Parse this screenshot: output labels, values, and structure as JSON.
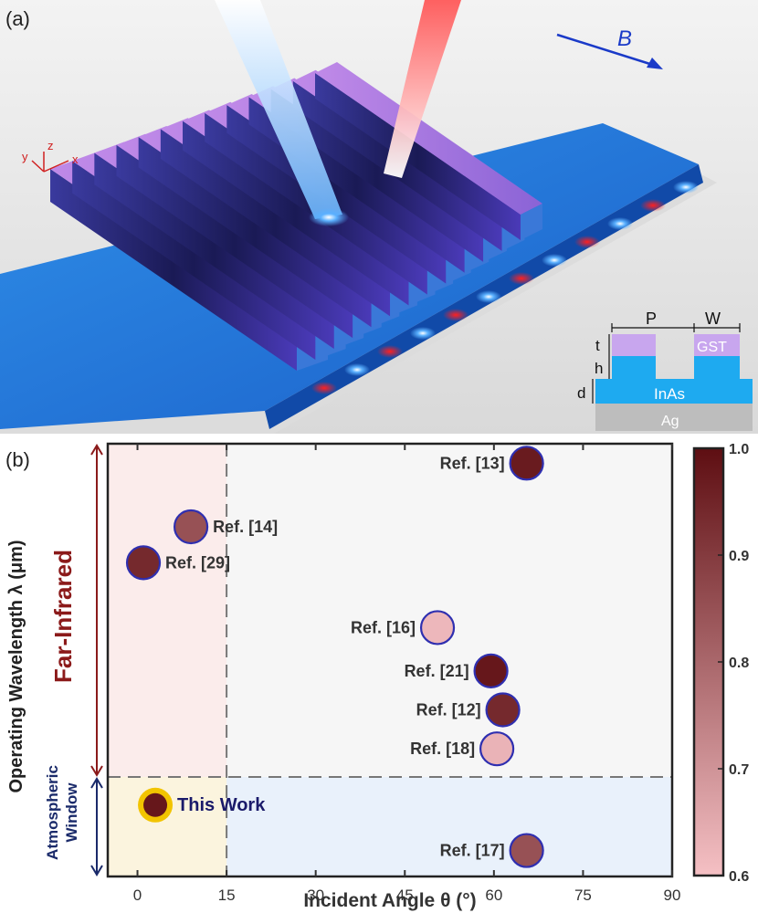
{
  "panel_a": {
    "label": "(a)",
    "field_label": "B",
    "axes": {
      "x": "x",
      "y": "y",
      "z": "z"
    },
    "inset": {
      "labels": {
        "P": "P",
        "W": "W",
        "t": "t",
        "h": "h",
        "d": "d"
      },
      "materials": {
        "gst": "GST",
        "inas": "InAs",
        "ag": "Ag"
      }
    }
  },
  "panel_b": {
    "label": "(b)"
  },
  "chart_data": {
    "type": "scatter",
    "xlabel": "Incident Angle θ (°)",
    "ylabel": "Operating Wavelength λ (μm)",
    "x_ticks": [
      0,
      15,
      30,
      45,
      60,
      75,
      90
    ],
    "xlim": [
      -5,
      90
    ],
    "ylim": [
      0,
      100
    ],
    "threshold_x": 15,
    "threshold_y": 23,
    "regions": {
      "far_infrared": "Far-Infrared",
      "atmospheric_window": [
        "Atmospheric",
        "Window"
      ]
    },
    "colorbar": {
      "ticks": [
        0.6,
        0.7,
        0.8,
        0.9,
        1.0
      ],
      "tick_labels": [
        "0.6",
        "0.7",
        "0.8",
        "0.9",
        "1.0"
      ],
      "min": 0.6,
      "max": 1.0
    },
    "points": [
      {
        "label": "Ref. [13]",
        "x": 65.5,
        "y": 95.5,
        "value": 0.97,
        "label_side": "left"
      },
      {
        "label": "Ref. [14]",
        "x": 9,
        "y": 80.8,
        "value": 0.85,
        "label_side": "right"
      },
      {
        "label": "Ref. [29]",
        "x": 1,
        "y": 72.5,
        "value": 0.94,
        "label_side": "right"
      },
      {
        "label": "Ref. [16]",
        "x": 50.5,
        "y": 57.5,
        "value": 0.62,
        "label_side": "left"
      },
      {
        "label": "Ref. [21]",
        "x": 59.5,
        "y": 47.5,
        "value": 0.98,
        "label_side": "left"
      },
      {
        "label": "Ref. [12]",
        "x": 61.5,
        "y": 38.5,
        "value": 0.94,
        "label_side": "left"
      },
      {
        "label": "Ref. [18]",
        "x": 60.5,
        "y": 29.5,
        "value": 0.63,
        "label_side": "left"
      },
      {
        "label": "This Work",
        "x": 3,
        "y": 16.5,
        "value": 0.98,
        "label_side": "right",
        "highlight": true
      },
      {
        "label": "Ref. [17]",
        "x": 65.5,
        "y": 6,
        "value": 0.85,
        "label_side": "left"
      }
    ],
    "colors": {
      "far_infrared_label": "#8b1a1a",
      "atmospheric_label": "#1a2a6a",
      "marker_edge": "#2f2fb0",
      "highlight_ring": "#f2c400",
      "region_ir_bg": "#fbeceb",
      "region_atm_bg": "#e9f1fb",
      "region_this_bg": "#fbf4de"
    }
  }
}
